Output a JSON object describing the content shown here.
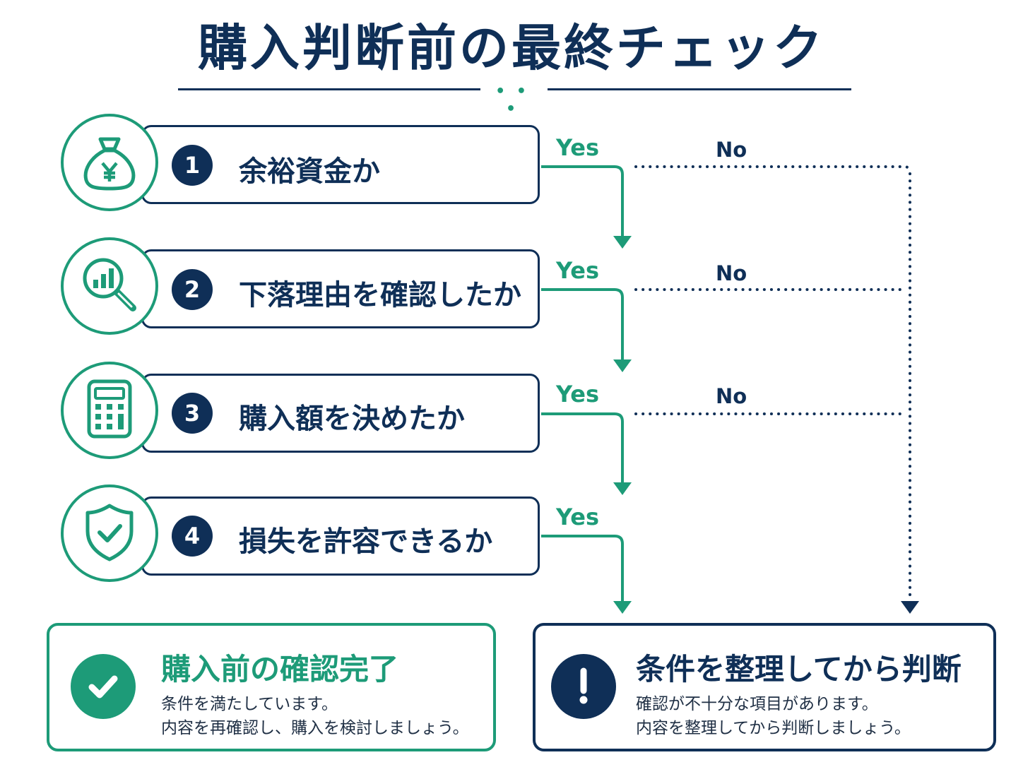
{
  "title": "購入判断前の最終チェック",
  "divider_dots": "• • •",
  "colors": {
    "navy": "#0f2f57",
    "green": "#1d9b78"
  },
  "yes_label": "Yes",
  "no_label": "No",
  "steps": [
    {
      "number": "1",
      "label": "余裕資金か",
      "icon": "money-bag-icon"
    },
    {
      "number": "2",
      "label": "下落理由を確認したか",
      "icon": "chart-magnifier-icon"
    },
    {
      "number": "3",
      "label": "購入額を決めたか",
      "icon": "calculator-icon"
    },
    {
      "number": "4",
      "label": "損失を許容できるか",
      "icon": "shield-check-icon"
    }
  ],
  "results": {
    "complete": {
      "title": "購入前の確認完了",
      "lines": [
        "条件を満たしています。",
        "内容を再確認し、購入を検討しましょう。"
      ],
      "icon": "check-circle-icon"
    },
    "review": {
      "title": "条件を整理してから判断",
      "lines": [
        "確認が不十分な項目があります。",
        "内容を整理してから判断しましょう。"
      ],
      "icon": "exclamation-circle-icon"
    }
  }
}
